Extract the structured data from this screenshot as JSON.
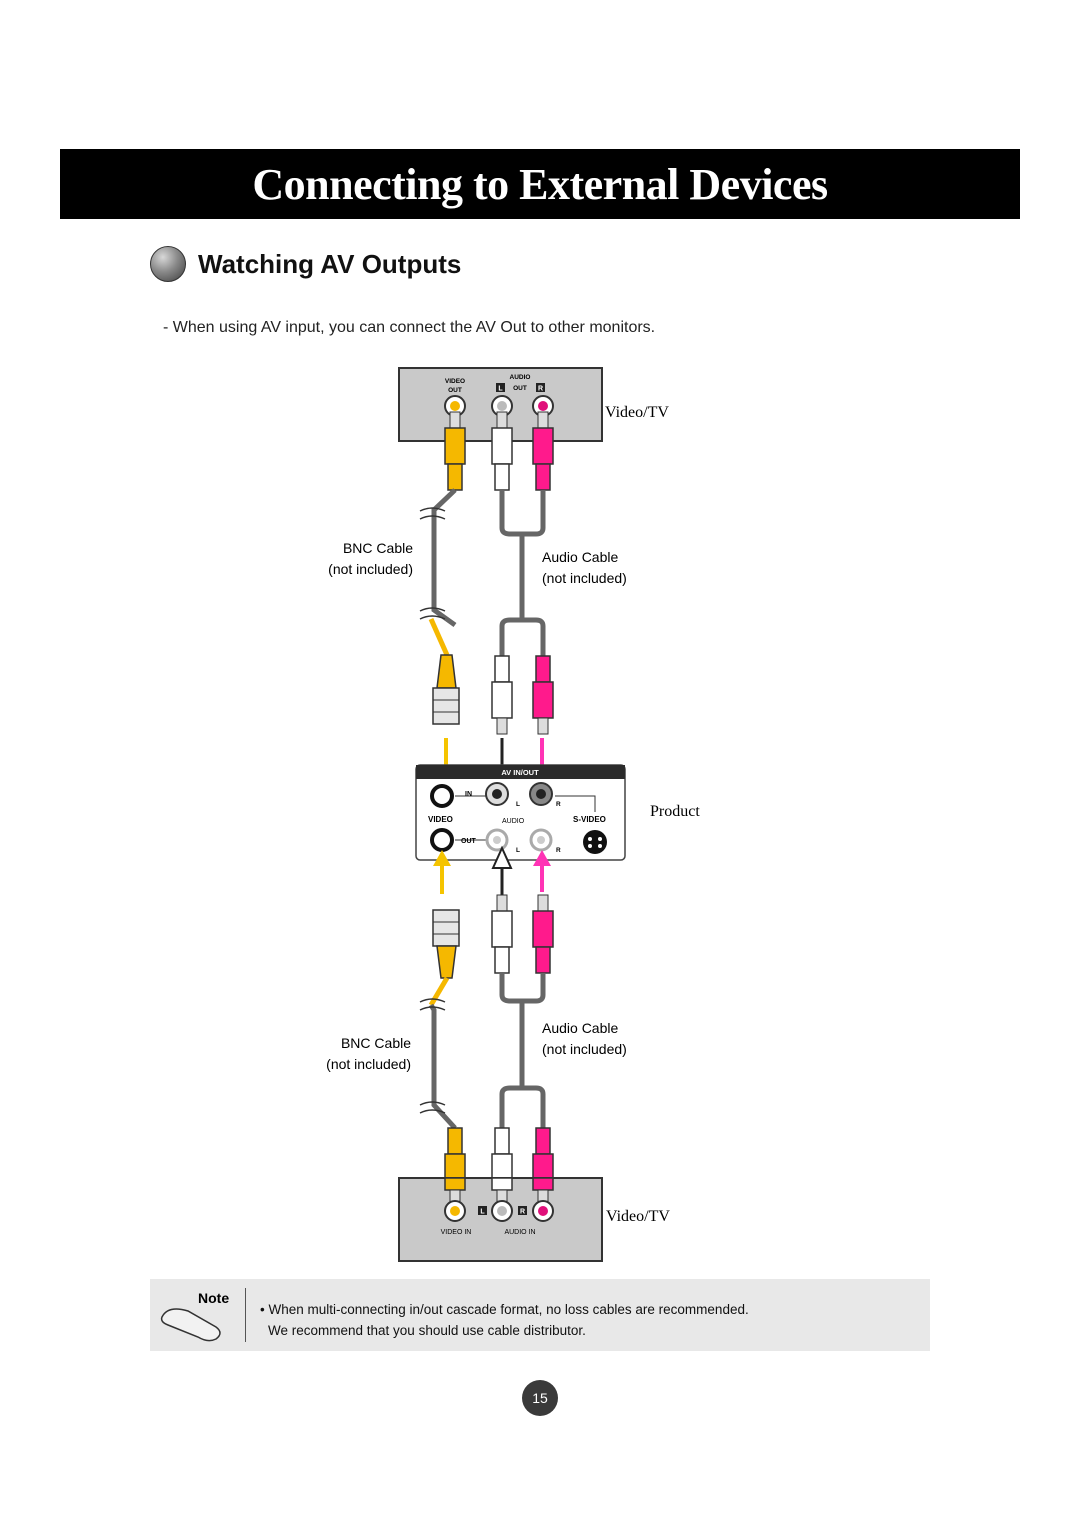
{
  "page": {
    "title": "Connecting to External Devices",
    "section_title": "Watching AV Outputs",
    "intro": "- When using AV input, you can connect the AV Out to other monitors.",
    "page_number": "15"
  },
  "diagram": {
    "top_device": {
      "label": "Video/TV",
      "video_out_label_1": "VIDEO",
      "video_out_label_2": "OUT",
      "audio_label": "AUDIO",
      "out_label": "OUT",
      "left_badge": "L",
      "right_badge": "R"
    },
    "bnc_cable_1": {
      "line1": "BNC Cable",
      "line2": "(not included)"
    },
    "audio_cable_1": {
      "line1": "Audio Cable",
      "line2": "(not included)"
    },
    "product": {
      "label": "Product",
      "panel_label": "AV IN/OUT",
      "in_label": "IN",
      "out_label": "OUT",
      "video_label": "VIDEO",
      "audio_label": "AUDIO",
      "svideo_label": "S-VIDEO",
      "l_label": "L",
      "r_label": "R"
    },
    "bnc_cable_2": {
      "line1": "BNC Cable",
      "line2": "(not included)"
    },
    "audio_cable_2": {
      "line1": "Audio Cable",
      "line2": "(not included)"
    },
    "bottom_device": {
      "label": "Video/TV",
      "left_badge": "L",
      "right_badge": "R",
      "video_in_label": "VIDEO IN",
      "audio_in_label": "AUDIO IN"
    },
    "colors": {
      "video": "#f5b800",
      "audio_left": "#ffffff",
      "audio_right": "#ff1a8c",
      "cable": "#666666",
      "arrow_yellow": "#f5c400",
      "arrow_pink": "#ff33b5"
    }
  },
  "note": {
    "heading": "Note",
    "line1": "• When multi-connecting in/out cascade format, no loss cables are recommended.",
    "line2": "We recommend that you should use cable distributor."
  }
}
